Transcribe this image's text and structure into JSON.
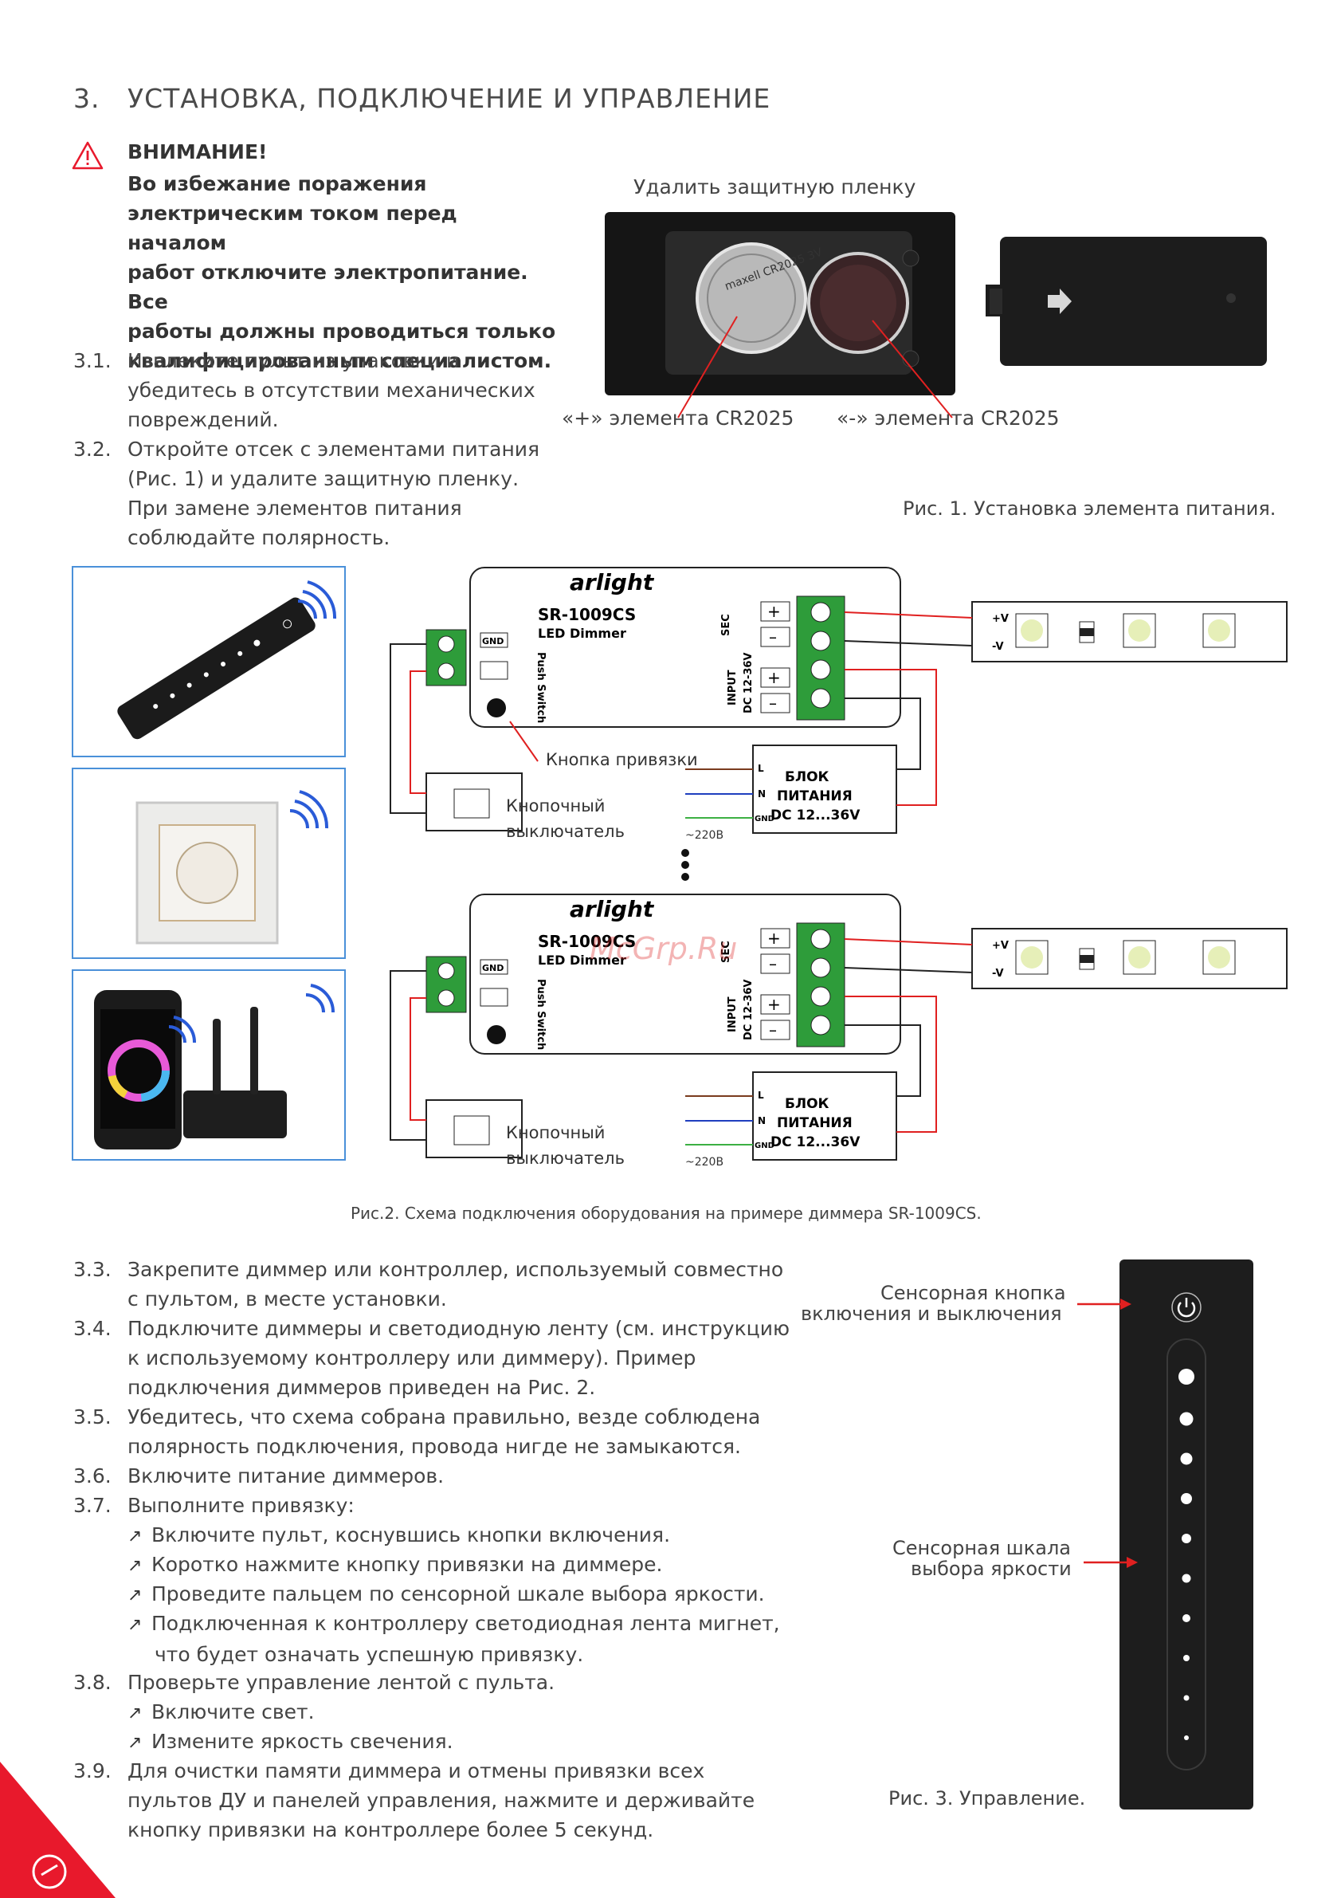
{
  "heading": {
    "number": "3.",
    "title": "УСТАНОВКА, ПОДКЛЮЧЕНИЕ И УПРАВЛЕНИЕ"
  },
  "warning": {
    "title": "ВНИМАНИЕ!",
    "lines": [
      "Во избежание поражения",
      "электрическим током перед началом",
      "работ отключите электропитание. Все",
      "работы должны проводиться только",
      "квалифицированным специалистом."
    ]
  },
  "steps_top": [
    {
      "num": "3.1.",
      "lines": [
        "Извлеките пульт из упаковки и",
        "убедитесь в отсутствии механических",
        "повреждений."
      ]
    },
    {
      "num": "3.2.",
      "lines": [
        "Откройте отсек с элементами питания",
        "(Рис. 1) и удалите защитную пленку.",
        "При замене элементов питания",
        "соблюдайте полярность."
      ]
    }
  ],
  "fig1": {
    "remove_film": "Удалить защитную пленку",
    "plus_label": "«+» элемента CR2025",
    "minus_label": "«-» элемента CR2025",
    "battery_text": "maxell CR2025 3V",
    "caption": "Рис. 1. Установка элемента питания."
  },
  "fig2": {
    "brand": "arlight",
    "model": "SR-1009CS",
    "model_sub": "LED Dimmer",
    "gnd": "GND",
    "push_switch": "Push Switch",
    "sec": "SEC",
    "input": "INPUT",
    "dc": "DC 12-36V",
    "plus": "+",
    "minus": "–",
    "bind_button": "Кнопка привязки",
    "push_button_line1": "Кнопочный",
    "push_button_line2": "выключатель",
    "psu_line1": "БЛОК",
    "psu_line2": "ПИТАНИЯ",
    "psu_line3": "DC 12...36V",
    "l": "L",
    "n": "N",
    "gnd_small": "GND",
    "mains": "~220B",
    "strip_plus": "+V",
    "strip_minus": "-V",
    "caption": "Рис.2. Схема подключения оборудования на примере диммера SR-1009CS."
  },
  "watermark": "McGrp.Ru",
  "steps_bottom": [
    {
      "num": "3.3.",
      "lines": [
        "Закрепите диммер или контроллер, используемый совместно",
        "с пультом, в месте установки."
      ]
    },
    {
      "num": "3.4.",
      "lines": [
        "Подключите диммеры и светодиодную ленту (см. инструкцию",
        "к используемому контроллеру или диммеру). Пример",
        "подключения диммеров приведен на Рис. 2."
      ]
    },
    {
      "num": "3.5.",
      "lines": [
        "Убедитесь, что схема собрана правильно, везде соблюдена",
        "полярность подключения,  провода нигде не замыкаются."
      ]
    },
    {
      "num": "3.6.",
      "lines": [
        "Включите питание диммеров."
      ]
    },
    {
      "num": "3.7.",
      "lines": [
        "Выполните привязку:"
      ]
    }
  ],
  "steps_37_sub": [
    [
      "Включите пульт, коснувшись кнопки включения."
    ],
    [
      "Коротко нажмите кнопку привязки на диммере."
    ],
    [
      "Проведите пальцем по сенсорной шкале выбора яркости."
    ],
    [
      "Подключенная к контроллеру светодиодная лента мигнет,",
      "что будет означать успешную привязку."
    ]
  ],
  "step_38": {
    "num": "3.8.",
    "lines": [
      "Проверьте управление лентой с пульта."
    ]
  },
  "steps_38_sub": [
    [
      "Включите свет."
    ],
    [
      "Измените яркость свечения."
    ]
  ],
  "step_39": {
    "num": "3.9.",
    "lines": [
      "Для очистки памяти диммера и отмены привязки всех",
      "пультов ДУ и панелей управления, нажмите и  держивайте",
      "кнопку привязки на контроллере более 5 секунд."
    ]
  },
  "fig3": {
    "power_label_1": "Сенсорная кнопка",
    "power_label_2": "включения и выключения",
    "slider_label_1": "Сенсорная шкала",
    "slider_label_2": "выбора яркости",
    "caption": "Рис. 3. Управление."
  },
  "colors": {
    "accent_red": "#e8192c",
    "wire_red": "#e02020",
    "wire_brown": "#7a3b1e",
    "wire_blue": "#1f3fbf",
    "wire_green": "#3cb043",
    "terminal_green": "#2e9c3a",
    "frame_blue": "#4a90d9"
  }
}
